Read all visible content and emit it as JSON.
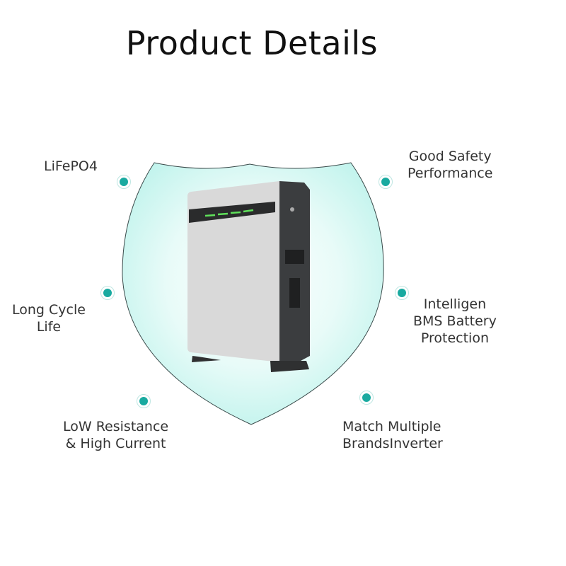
{
  "title": "Product Details",
  "colors": {
    "accent": "#19aaa0",
    "shield": "#c8f5f0",
    "led": "#5fe05a"
  },
  "features": [
    {
      "lines": [
        "LiFePO4"
      ],
      "icon": "dot-icon"
    },
    {
      "lines": [
        "Good Safety",
        "Performance"
      ],
      "icon": "dot-icon"
    },
    {
      "lines": [
        "Long Cycle",
        "Life"
      ],
      "icon": "dot-icon"
    },
    {
      "lines": [
        "Intelligen",
        "BMS Battery",
        "Protection"
      ],
      "icon": "dot-icon"
    },
    {
      "lines": [
        "LoW Resistance",
        "& High Current"
      ],
      "icon": "dot-icon"
    },
    {
      "lines": [
        "Match Multiple",
        "BrandsInverter"
      ],
      "icon": "dot-icon"
    }
  ]
}
